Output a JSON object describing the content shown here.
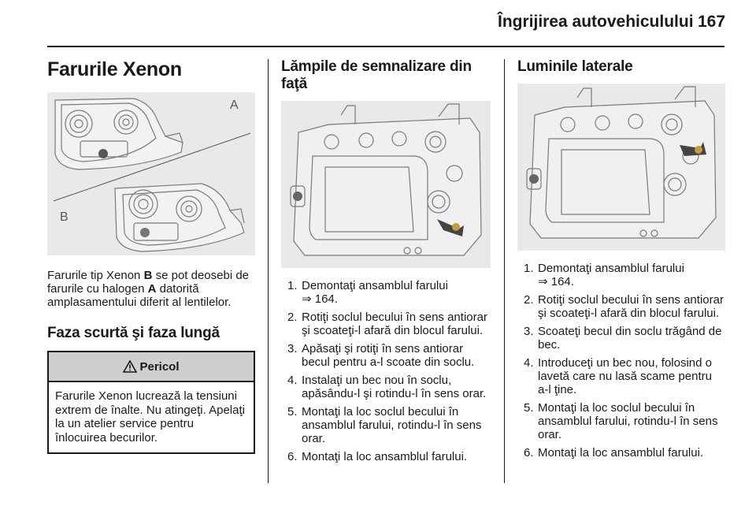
{
  "header": {
    "running_title": "Îngrijirea autovehiculului",
    "page_number": "167"
  },
  "col1": {
    "title": "Farurile Xenon",
    "figure": {
      "label_a": "A",
      "label_b": "B"
    },
    "intro": {
      "t1": "Farurile tip Xenon ",
      "b1": "B",
      "t2": " se pot deosebi de farurile cu halogen ",
      "b2": "A",
      "t3": " datorită amplasamentului diferit al lentilelor."
    },
    "subtitle": "Faza scurtă şi faza lungă",
    "warning": {
      "icon": "warning-triangle-icon",
      "title": "Pericol",
      "body": "Farurile Xenon lucrează la tensiuni extrem de înalte. Nu atingeţi. Apelaţi la un atelier service pentru înlocuirea becurilor."
    }
  },
  "col2": {
    "title": "Lămpile de semnalizare din faţă",
    "steps": [
      {
        "n": "1.",
        "text": "Demontaţi ansamblul farului",
        "ref_icon": "reference-arrow-icon",
        "ref": "164."
      },
      {
        "n": "2.",
        "text": "Rotiţi soclul becului în sens antiorar şi scoateţi-l afară din blocul farului."
      },
      {
        "n": "3.",
        "text": "Apăsaţi şi rotiţi în sens antiorar becul pentru a-l scoate din soclu."
      },
      {
        "n": "4.",
        "text": "Instalaţi un bec nou în soclu, apăsându-l şi rotindu-l în sens orar."
      },
      {
        "n": "5.",
        "text": "Montaţi la loc soclul becului în ansamblul farului, rotindu-l în sens orar."
      },
      {
        "n": "6.",
        "text": "Montaţi la loc ansamblul farului."
      }
    ]
  },
  "col3": {
    "title": "Luminile laterale",
    "steps": [
      {
        "n": "1.",
        "text": "Demontaţi ansamblul farului",
        "ref_icon": "reference-arrow-icon",
        "ref": "164."
      },
      {
        "n": "2.",
        "text": "Rotiţi soclul becului în sens antiorar şi scoateţi-l afară din blocul farului."
      },
      {
        "n": "3.",
        "text": "Scoateţi becul din soclu trăgând de bec."
      },
      {
        "n": "4.",
        "text": "Introduceţi un bec nou, folosind o lavetă care nu lasă scame pentru a-l ţine."
      },
      {
        "n": "5.",
        "text": "Montaţi la loc soclul becului în ansamblul farului, rotindu-l în sens orar."
      },
      {
        "n": "6.",
        "text": "Montaţi la loc ansamblul farului."
      }
    ]
  }
}
